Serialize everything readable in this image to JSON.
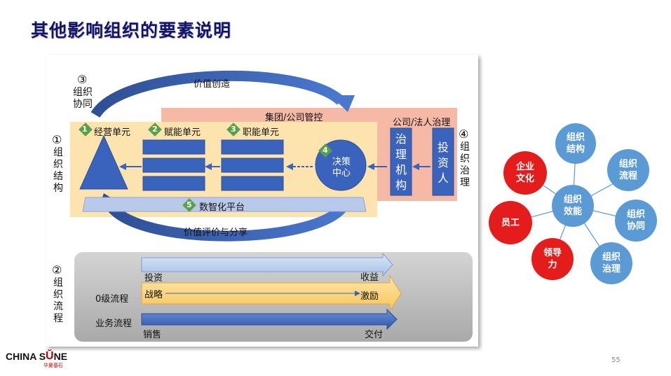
{
  "title": "其他影响组织的要素说明",
  "page_number": "55",
  "logo": {
    "text_left": "CHINA S",
    "text_right": "NE",
    "sub": "华夏基石"
  },
  "diagram": {
    "top_arc_label": "价值创造",
    "bottom_arc_label": "价值评价与分享",
    "item3": {
      "num": "③",
      "label": "组织\n协同"
    },
    "item1": {
      "num": "①",
      "label": "组\n织\n结\n构"
    },
    "item2": {
      "num": "②",
      "label": "组\n织\n流\n程"
    },
    "item4": {
      "num": "④",
      "label": "组\n织\n治\n理"
    },
    "group_control": "集团/公司管控",
    "corp_governance": "公司/法人治理",
    "units": [
      {
        "num": "1",
        "label": "经营单元"
      },
      {
        "num": "2",
        "label": "赋能单元"
      },
      {
        "num": "3",
        "label": "职能单元"
      }
    ],
    "decision": {
      "num": "4",
      "label": "决策\n中心"
    },
    "platform": {
      "num": "5",
      "label": "数智化平台"
    },
    "governance_box": "治\n理\n机\n构",
    "investor_box": "投\n资\n人",
    "flows": {
      "invest": "投资",
      "revenue": "收益",
      "level0": "0级流程",
      "strategy": "战略",
      "incentive": "激励",
      "business": "业务流程",
      "sales": "销售",
      "delivery": "交付"
    }
  },
  "network": {
    "center": "组织\n效能",
    "nodes": [
      {
        "label": "组织\n结构",
        "color": "#5b9bd5"
      },
      {
        "label": "组织\n流程",
        "color": "#5b9bd5"
      },
      {
        "label": "组织\n协同",
        "color": "#5b9bd5"
      },
      {
        "label": "组织\n治理",
        "color": "#5b9bd5"
      },
      {
        "label": "领导\n力",
        "color": "#e41c1c"
      },
      {
        "label": "员工",
        "color": "#e41c1c"
      },
      {
        "label": "企业\n文化",
        "color": "#e41c1c"
      }
    ]
  }
}
